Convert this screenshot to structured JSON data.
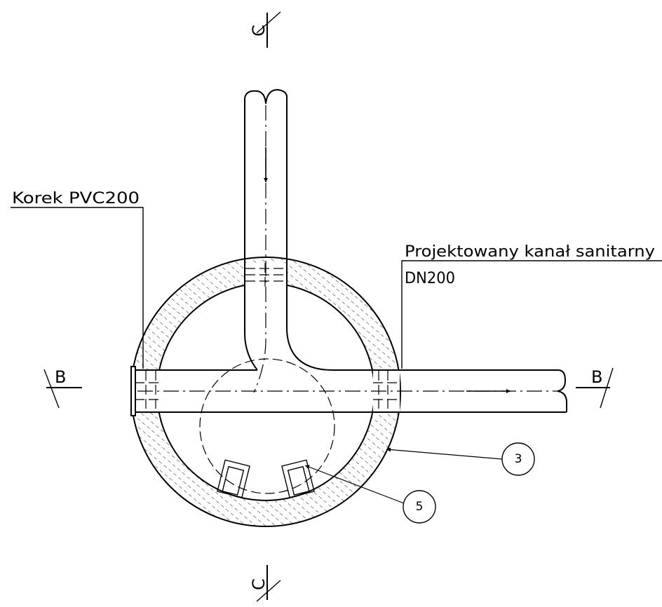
{
  "labels": {
    "plug": "Korek PVC200",
    "pipe_line1": "Projektowany kanał sanitarny",
    "pipe_line2": "DN200"
  },
  "section_marks": {
    "top": "C",
    "bottom": "C",
    "left": "B",
    "right": "B"
  },
  "callouts": {
    "ring": "3",
    "step": "5"
  }
}
